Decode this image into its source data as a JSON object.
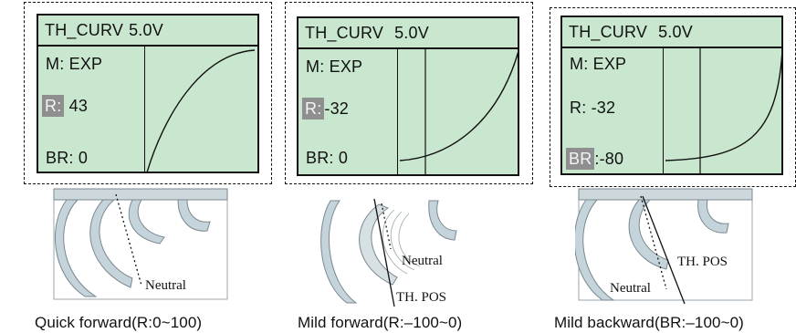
{
  "panels": [
    {
      "lcd_title_left": "TH_CURV",
      "lcd_title_right": "5.0V",
      "mode_label": "M:",
      "mode_value": "EXP",
      "rate_label": "R:",
      "rate_value": "43",
      "br_label": "BR:",
      "br_value": "0",
      "highlight": "R",
      "neutral_label": "Neutral",
      "caption": "Quick forward(R:0~100)"
    },
    {
      "lcd_title_left": "TH_CURV",
      "lcd_title_right": "5.0V",
      "mode_label": "M:",
      "mode_value": "EXP",
      "rate_label": "R:",
      "rate_value": "-32",
      "br_label": "BR:",
      "br_value": "0",
      "highlight": "R",
      "neutral_label": "Neutral",
      "pos_label": "TH. POS",
      "caption": "Mild forward(R:–100~0)"
    },
    {
      "lcd_title_left": "TH_CURV",
      "lcd_title_right": "5.0V",
      "mode_label": "M:",
      "mode_value": "EXP",
      "rate_label": "R:",
      "rate_value": "-32",
      "br_label": "BR",
      "br_value": ":-80",
      "highlight": "BR",
      "neutral_label": "Neutral",
      "pos_label": "TH. POS",
      "caption": "Mild backward(BR:–100~0)"
    }
  ]
}
